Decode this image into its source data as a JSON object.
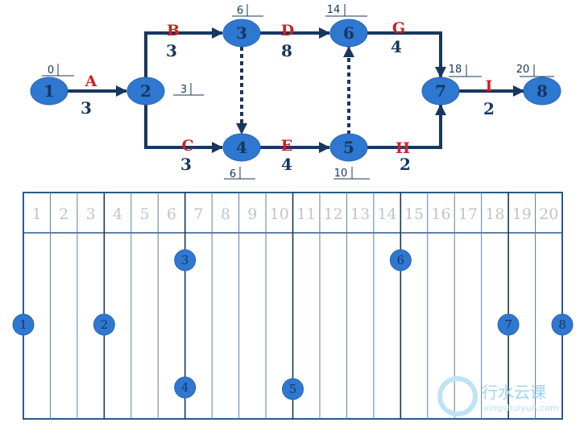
{
  "network": {
    "nodes": [
      "1",
      "2",
      "3",
      "4",
      "5",
      "6",
      "7",
      "8"
    ],
    "activities": [
      {
        "name": "A",
        "from": "1",
        "to": "2",
        "duration": "3"
      },
      {
        "name": "B",
        "from": "2",
        "to": "3",
        "duration": "3"
      },
      {
        "name": "C",
        "from": "2",
        "to": "4",
        "duration": "3"
      },
      {
        "name": "D",
        "from": "3",
        "to": "6",
        "duration": "8"
      },
      {
        "name": "E",
        "from": "4",
        "to": "5",
        "duration": "4"
      },
      {
        "name": "G",
        "from": "6",
        "to": "7",
        "duration": "4"
      },
      {
        "name": "H",
        "from": "5",
        "to": "7",
        "duration": "2"
      },
      {
        "name": "I",
        "from": "7",
        "to": "8",
        "duration": "2"
      }
    ],
    "dummies": [
      {
        "from": "3",
        "to": "4"
      },
      {
        "from": "5",
        "to": "6"
      }
    ],
    "event_times": {
      "1": "0",
      "2": "3",
      "3": "6",
      "4": "6",
      "5": "10",
      "6": "14",
      "7": "18",
      "8": "20"
    }
  },
  "timeline": {
    "header": [
      "1",
      "2",
      "3",
      "4",
      "5",
      "6",
      "7",
      "8",
      "9",
      "10",
      "11",
      "12",
      "13",
      "14",
      "15",
      "16",
      "17",
      "18",
      "19",
      "20"
    ],
    "node_times": {
      "1": 0,
      "2": 3,
      "3": 6,
      "4": 6,
      "5": 10,
      "6": 14,
      "7": 18,
      "8": 20
    }
  },
  "watermark": {
    "title": "行水云课",
    "url": "xingshuiyun.com"
  },
  "colors": {
    "node": "#2e78d2",
    "line": "#17375e",
    "activity": "#cc2222",
    "header": "#c0c4c8"
  }
}
